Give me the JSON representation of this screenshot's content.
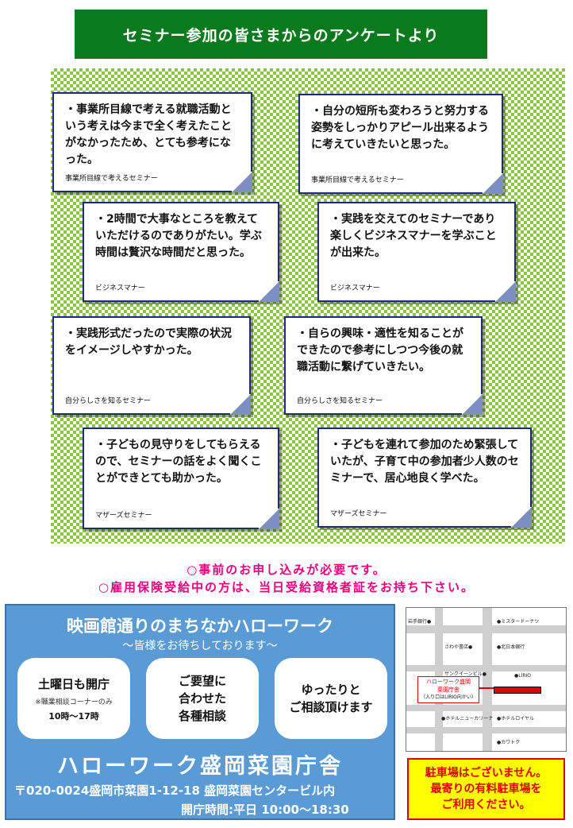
{
  "title": "セミナー参加の皆さまからのアンケートより",
  "notes": [
    {
      "text": "・事業所目線で考える就職活動という考えは今まで全く考えたことがなかったため、とても参考になった。",
      "caption": "事業所目線で考えるセミナー"
    },
    {
      "text": "・自分の短所も変わろうと努力する姿勢をしっかりアピール出来るように考えていきたいと思った。",
      "caption": "事業所目線で考えるセミナー"
    },
    {
      "text": "・2時間で大事なところを教えていただけるのでありがたい。学ぶ時間は贅沢な時間だと思った。",
      "caption": "ビジネスマナー"
    },
    {
      "text": "・実践を交えてのセミナーであり楽しくビジネスマナーを学ぶことが出来た。",
      "caption": "ビジネスマナー"
    },
    {
      "text": "・実践形式だったので実際の状況をイメージしやすかった。",
      "caption": "自分らしさを知るセミナー"
    },
    {
      "text": "・自らの興味・適性を知ることができたので参考にしつつ今後の就職活動に繋げていきたい。",
      "caption": "自分らしさを知るセミナー"
    },
    {
      "text": "・子どもの見守りをしてもらえるので、セミナーの話をよく聞くことができとても助かった。",
      "caption": "マザーズセミナー"
    },
    {
      "text": "・子どもを連れて参加のため緊張していたが、子育て中の参加者少人数のセミナーで、居心地良く学べた。",
      "caption": "マザーズセミナー"
    }
  ],
  "notices": [
    "○事前のお申し込みが必要です。",
    "○雇用保険受給中の方は、当日受給資格者証をお持ち下さい。"
  ],
  "panel": {
    "title": "映画館通りのまちなかハローワーク",
    "subtitle": "～皆様をお待ちしております～",
    "pill1": {
      "big": "土曜日も開庁",
      "small": "※職業相談コーナーのみ",
      "hours": "10時～17時"
    },
    "pill2": {
      "line1": "ご要望に",
      "line2": "合わせた",
      "line3": "各種相談"
    },
    "pill3": {
      "line1": "ゆったりと",
      "line2": "ご相談頂けます"
    },
    "office": "ハローワーク盛岡菜園庁舎",
    "address": "〒020-0024盛岡市菜園1-12-18 盛岡菜園センタービル内",
    "hours": "開庁時間:平日 10:00～18:30"
  },
  "map": {
    "labels": [
      "岩手銀行●",
      "●ミスタードーナツ",
      "さわや書店●",
      "●北日本銀行",
      "サンクイーンビル●",
      "●LIRIO",
      "●ホテルニューカリーナ",
      "●ホテルロイヤル",
      "●カワトク"
    ],
    "callout1": "ハローワーク盛岡",
    "callout2": "菜園庁舎",
    "callout3": "（入り口はLIRIO向かい）"
  },
  "parking": {
    "line1": "駐車場はございません。",
    "line2": "最寄りの有料駐車場を",
    "line3": "ご利用ください。"
  }
}
